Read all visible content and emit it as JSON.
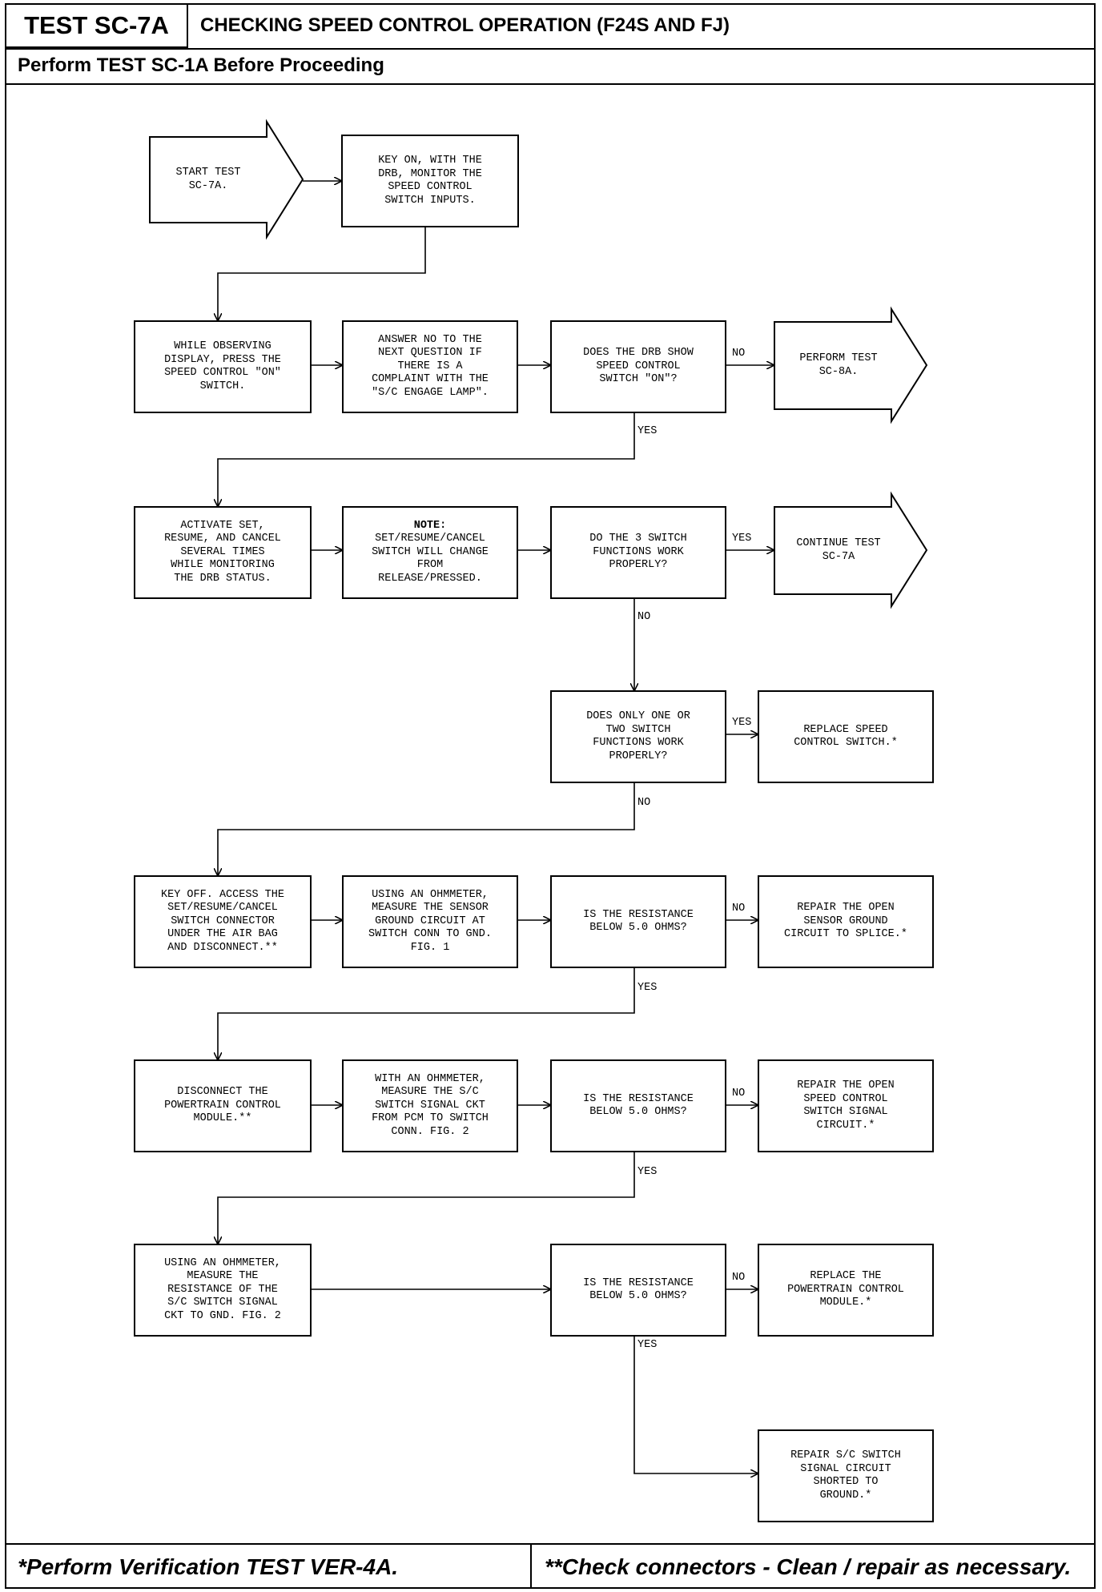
{
  "header": {
    "test_id": "TEST SC-7A",
    "title": "CHECKING SPEED CONTROL OPERATION (F24S AND FJ)",
    "prerequisite": "Perform TEST SC-1A Before Proceeding"
  },
  "footer": {
    "left": "*Perform Verification TEST VER-4A.",
    "right": "**Check connectors - Clean / repair as necessary."
  },
  "nodes": {
    "start": "START TEST\nSC-7A.",
    "key_on": "KEY ON, WITH THE\nDRB, MONITOR THE\nSPEED CONTROL\nSWITCH INPUTS.",
    "press_on": "WHILE OBSERVING\nDISPLAY, PRESS THE\nSPEED CONTROL \"ON\"\nSWITCH.",
    "answer_no": "ANSWER NO TO THE\nNEXT QUESTION IF\nTHERE IS A\nCOMPLAINT WITH THE\n\"S/C ENGAGE LAMP\".",
    "q_drb_on": "DOES THE DRB SHOW\nSPEED CONTROL\nSWITCH \"ON\"?",
    "perform_8a": "PERFORM TEST\nSC-8A.",
    "activate": "ACTIVATE SET,\nRESUME, AND CANCEL\nSEVERAL TIMES\nWHILE MONITORING\nTHE DRB STATUS.",
    "note_title": "NOTE:",
    "note_body": "SET/RESUME/CANCEL\nSWITCH WILL CHANGE\nFROM\nRELEASE/PRESSED.",
    "q_3switch": "DO THE 3 SWITCH\nFUNCTIONS WORK\nPROPERLY?",
    "continue_7a": "CONTINUE TEST\nSC-7A",
    "q_one_two": "DOES ONLY ONE OR\nTWO SWITCH\nFUNCTIONS WORK\nPROPERLY?",
    "replace_switch": "REPLACE SPEED\nCONTROL SWITCH.*",
    "key_off": "KEY OFF. ACCESS THE\nSET/RESUME/CANCEL\nSWITCH CONNECTOR\nUNDER THE AIR BAG\nAND DISCONNECT.**",
    "measure_ground": "USING AN OHMMETER,\nMEASURE THE SENSOR\nGROUND CIRCUIT AT\nSWITCH CONN TO GND.\nFIG. 1",
    "q_res1": "IS THE RESISTANCE\nBELOW 5.0 OHMS?",
    "repair_ground": "REPAIR THE OPEN\nSENSOR GROUND\nCIRCUIT TO SPLICE.*",
    "disconnect_pcm": "DISCONNECT THE\nPOWERTRAIN CONTROL\nMODULE.**",
    "measure_signal": "WITH AN OHMMETER,\nMEASURE THE S/C\nSWITCH SIGNAL CKT\nFROM PCM TO SWITCH\nCONN.        FIG. 2",
    "q_res2": "IS THE RESISTANCE\nBELOW 5.0 OHMS?",
    "repair_signal": "REPAIR THE OPEN\nSPEED CONTROL\nSWITCH SIGNAL\nCIRCUIT.*",
    "measure_gnd2": "USING AN OHMMETER,\nMEASURE THE\nRESISTANCE OF THE\nS/C SWITCH SIGNAL\nCKT TO GND.   FIG. 2",
    "q_res3": "IS THE RESISTANCE\nBELOW 5.0 OHMS?",
    "replace_pcm": "REPLACE THE\nPOWERTRAIN CONTROL\nMODULE.*",
    "repair_short": "REPAIR S/C SWITCH\nSIGNAL CIRCUIT\nSHORTED TO\nGROUND.*"
  },
  "edge_labels": {
    "drb_on_no": "NO",
    "drb_on_yes": "YES",
    "switch3_yes": "YES",
    "switch3_no": "NO",
    "one_two_yes": "YES",
    "one_two_no": "NO",
    "res1_no": "NO",
    "res1_yes": "YES",
    "res2_no": "NO",
    "res2_yes": "YES",
    "res3_no": "NO",
    "res3_yes": "YES"
  }
}
